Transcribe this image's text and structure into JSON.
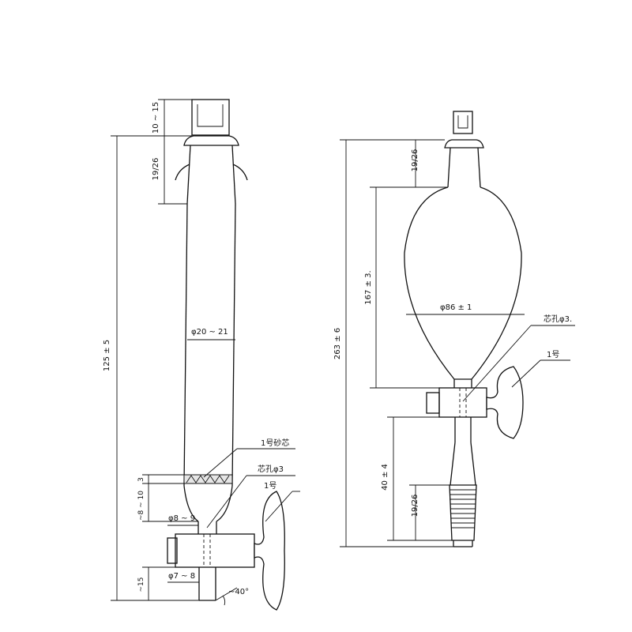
{
  "left_apparatus": {
    "dim_top": "10 ~ 15",
    "dim_joint": "19/26",
    "dim_total": "125 ± 5",
    "dim_tube_dia": "φ20 ~ 21",
    "label_frit": "1号砂芯",
    "label_hole": "芯孔φ3",
    "label_no1": "1号",
    "dim_frit_h": "3",
    "dim_cone_h": "~8 ~ 10",
    "dim_neck_dia": "φ8 ~ 9",
    "dim_tip_dia": "φ7 ~ 8",
    "dim_tip_len": "~15",
    "dim_angle": "~40°"
  },
  "right_apparatus": {
    "dim_joint": "19/26",
    "dim_body_h": "167 ± 3.",
    "dim_total": "263 ± 6",
    "dim_bulb_dia": "φ86 ± 1",
    "label_hole": "芯孔φ3.",
    "label_no1": "1号",
    "dim_stem": "40 ± 4",
    "dim_bottom_joint": "19/26"
  }
}
